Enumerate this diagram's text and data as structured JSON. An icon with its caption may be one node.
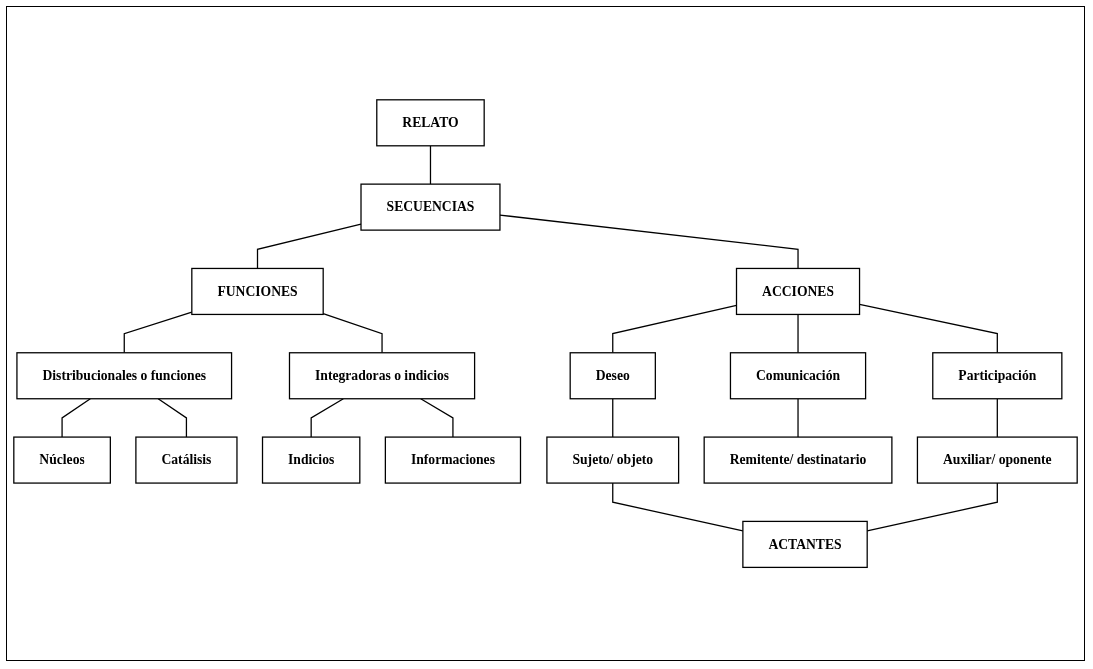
{
  "diagram": {
    "nodes": [
      {
        "text": [
          "RELATO"
        ]
      },
      {
        "text": [
          "SECUENCIAS"
        ]
      },
      {
        "text": [
          "FUNCIONES"
        ]
      },
      {
        "text": [
          "ACCIONES"
        ]
      },
      {
        "text": [
          "Distribucionales o funciones"
        ]
      },
      {
        "text": [
          "Integradoras o indicios"
        ]
      },
      {
        "text": [
          "Deseo"
        ]
      },
      {
        "text": [
          "Comunicación"
        ]
      },
      {
        "text": [
          "Participación"
        ]
      },
      {
        "text": [
          "Núcleos"
        ]
      },
      {
        "text": [
          "Catálisis"
        ]
      },
      {
        "text": [
          "Indicios"
        ]
      },
      {
        "text": [
          "Informaciones"
        ]
      },
      {
        "text": [
          "Sujeto/ objeto"
        ]
      },
      {
        "text": [
          "Remitente/ destinatario"
        ]
      },
      {
        "text": [
          "Auxiliar/ oponente"
        ]
      },
      {
        "text": [
          "ACTANTES"
        ]
      }
    ],
    "edges": [
      {
        "from": 0,
        "to": 1,
        "arrow": "none"
      },
      {
        "from": 1,
        "to": 2,
        "arrow": "none"
      },
      {
        "from": 1,
        "to": 3,
        "arrow": "none"
      },
      {
        "from": 2,
        "to": 4,
        "arrow": "none"
      },
      {
        "from": 2,
        "to": 5,
        "arrow": "none"
      },
      {
        "from": 3,
        "to": 6,
        "arrow": "none"
      },
      {
        "from": 3,
        "to": 7,
        "arrow": "none"
      },
      {
        "from": 3,
        "to": 8,
        "arrow": "none"
      },
      {
        "from": 4,
        "to": 9,
        "arrow": "none"
      },
      {
        "from": 4,
        "to": 10,
        "arrow": "none"
      },
      {
        "from": 5,
        "to": 11,
        "arrow": "none"
      },
      {
        "from": 5,
        "to": 12,
        "arrow": "none"
      },
      {
        "from": 6,
        "to": 13,
        "arrow": "none"
      },
      {
        "from": 7,
        "to": 14,
        "arrow": "none"
      },
      {
        "from": 8,
        "to": 15,
        "arrow": "none"
      },
      {
        "from": 13,
        "to": 16,
        "arrow": "none"
      },
      {
        "from": 15,
        "to": 16,
        "arrow": "none"
      }
    ]
  }
}
